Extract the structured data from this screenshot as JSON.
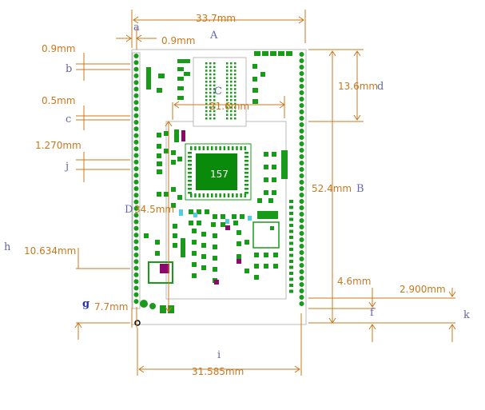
{
  "labels": {
    "a": "a",
    "b": "b",
    "c": "c",
    "j": "j",
    "h": "h",
    "g": "g",
    "A": "A",
    "B": "B",
    "C": "C",
    "D": "D",
    "d": "d",
    "f": "f",
    "k": "k",
    "i": "i"
  },
  "dimensions": {
    "width_top": "33.7mm",
    "a_gap": "0.9mm",
    "b_pitch": "0.9mm",
    "c_pad": "0.5mm",
    "j_pitch": "1.270mm",
    "h_offset": "10.634mm",
    "g_offset": "7.7mm",
    "chip_c": "21.6mm",
    "d_offset": "13.6mm",
    "height_b": "52.4mm",
    "d_label_dim": "34.5mm",
    "f_offset": "4.6mm",
    "k_offset": "2.900mm",
    "width_bottom": "31.585mm"
  },
  "chip_label": "157",
  "colors": {
    "dimension": "#c8781e",
    "pad": "#1a9a1a",
    "chip": "#0a8a0a",
    "accent_purple": "#8a0a6a",
    "accent_cyan": "#55ccdd",
    "letter": "#6666aa"
  }
}
